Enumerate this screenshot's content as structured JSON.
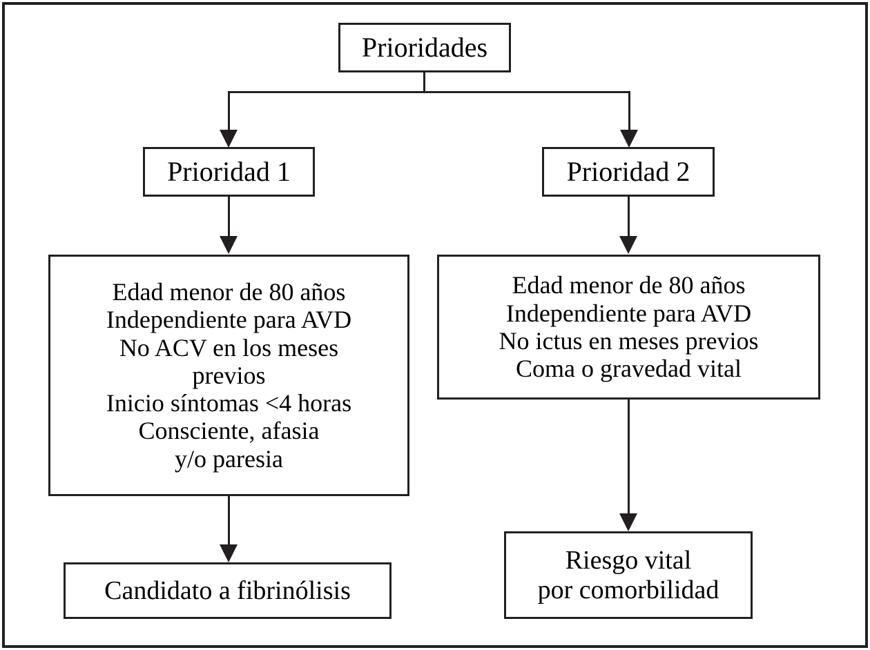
{
  "diagram": {
    "title": "Prioridades",
    "type": "flowchart",
    "language": "es",
    "colors": {
      "border": "#231f20",
      "background": "#ffffff",
      "text": "#000000"
    },
    "nodes": {
      "root": {
        "label": "Prioridades"
      },
      "priority_1": {
        "label": "Prioridad 1"
      },
      "priority_2": {
        "label": "Prioridad 2"
      },
      "criteria_1": {
        "lines": [
          "Edad menor de 80 años",
          "Independiente para AVD",
          "No ACV en los meses",
          "previos",
          "Inicio síntomas <4 horas",
          "Consciente, afasia",
          "y/o paresia"
        ],
        "label": "Edad menor de 80 años\nIndependiente para AVD\nNo ACV en los meses\nprevios\nInicio síntomas <4 horas\nConsciente, afasia\ny/o paresia"
      },
      "criteria_2": {
        "lines": [
          "Edad menor de 80 años",
          "Independiente para AVD",
          "No ictus en meses previos",
          "Coma o gravedad vital"
        ],
        "label": "Edad menor de 80 años\nIndependiente para AVD\nNo ictus en meses previos\nComa o gravedad vital"
      },
      "outcome_1": {
        "label": "Candidato a fibrinólisis"
      },
      "outcome_2": {
        "lines": [
          "Riesgo vital",
          "por comorbilidad"
        ],
        "label": "Riesgo vital\npor comorbilidad"
      }
    },
    "edges": [
      {
        "from": "root",
        "to": "priority_1"
      },
      {
        "from": "root",
        "to": "priority_2"
      },
      {
        "from": "priority_1",
        "to": "criteria_1"
      },
      {
        "from": "priority_2",
        "to": "criteria_2"
      },
      {
        "from": "criteria_1",
        "to": "outcome_1"
      },
      {
        "from": "criteria_2",
        "to": "outcome_2"
      }
    ]
  }
}
